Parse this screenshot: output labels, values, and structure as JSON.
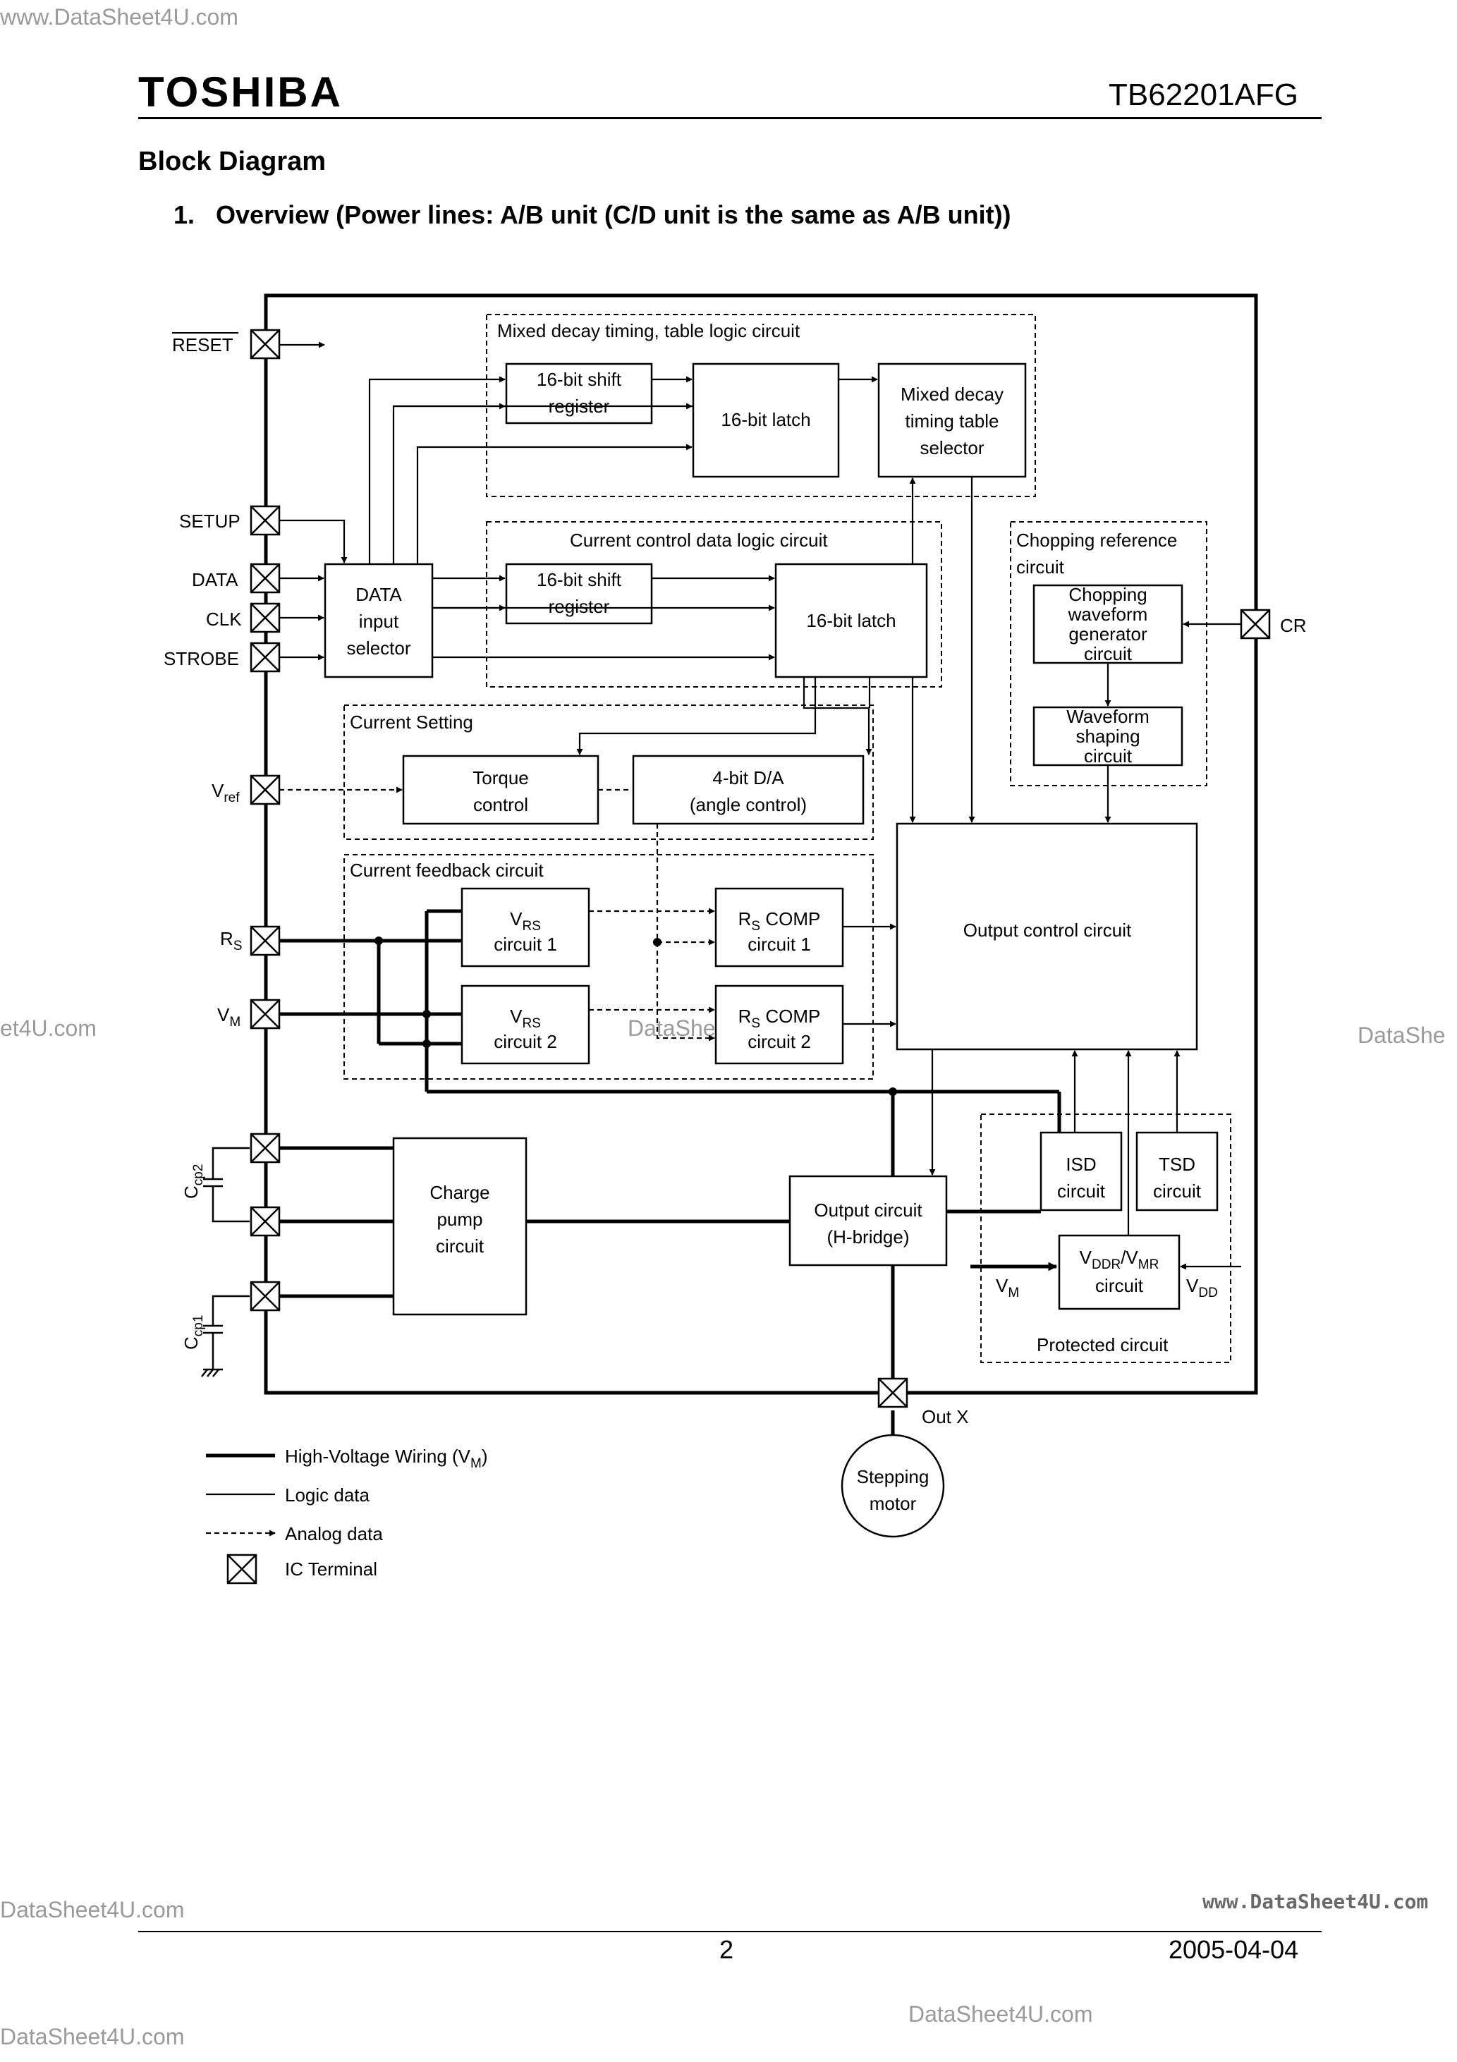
{
  "watermarks": {
    "top_left": "www.DataSheet4U.com",
    "mid_left": "et4U.com",
    "mid_center": "DataShe",
    "mid_right": "DataShe",
    "bottom_left": "DataSheet4U.com",
    "bottom_right": "www.DataSheet4U.com",
    "bottom_center": "DataSheet4U.com",
    "bottom_left2": "DataSheet4U.com"
  },
  "header": {
    "brand": "TOSHIBA",
    "part_number": "TB62201AFG"
  },
  "section_title": "Block Diagram",
  "subsection_title": "1.   Overview (Power lines: A/B unit (C/D unit is the same as A/B unit))",
  "diagram": {
    "terminals": {
      "reset": "RESET",
      "setup": "SETUP",
      "data": "DATA",
      "clk": "CLK",
      "strobe": "STROBE",
      "vref": "V",
      "vref_sub": "ref",
      "rs": "R",
      "rs_sub": "S",
      "vm": "V",
      "vm_sub": "M",
      "cr": "CR",
      "ccp2": "C",
      "ccp2_sub": "cp2",
      "ccp1": "C",
      "ccp1_sub": "cp1",
      "outx": "Out X"
    },
    "groups": {
      "mixed_decay": "Mixed decay timing, table logic circuit",
      "current_control": "Current control data logic circuit",
      "chopping_ref_1": "Chopping reference",
      "chopping_ref_2": "circuit",
      "current_setting": "Current Setting",
      "current_feedback": "Current feedback circuit",
      "protected": "Protected circuit"
    },
    "blocks": {
      "shift_reg_1": [
        "16-bit shift",
        "register"
      ],
      "latch_1": [
        "16-bit latch"
      ],
      "mixed_decay_sel": [
        "Mixed decay",
        "timing table",
        "selector"
      ],
      "shift_reg_2": [
        "16-bit shift",
        "register"
      ],
      "latch_2": [
        "16-bit latch"
      ],
      "data_input_sel": [
        "DATA",
        "input",
        "selector"
      ],
      "chop_wave_gen": [
        "Chopping",
        "waveform",
        "generator",
        "circuit"
      ],
      "wave_shaping": [
        "Waveform",
        "shaping",
        "circuit"
      ],
      "torque_control": [
        "Torque",
        "control"
      ],
      "da_4bit": [
        "4-bit D/A",
        "(angle control)"
      ],
      "vrs1_main": "V",
      "vrs1_sub": "RS",
      "vrs1_line2": "circuit 1",
      "vrs2_main": "V",
      "vrs2_sub": "RS",
      "vrs2_line2": "circuit 2",
      "rscomp1_main": "R",
      "rscomp1_sub": "S",
      "rscomp1_rest": " COMP",
      "rscomp1_line2": "circuit 1",
      "rscomp2_main": "R",
      "rscomp2_sub": "S",
      "rscomp2_rest": " COMP",
      "rscomp2_line2": "circuit 2",
      "output_control": [
        "Output control circuit"
      ],
      "charge_pump": [
        "Charge",
        "pump",
        "circuit"
      ],
      "output_circuit": [
        "Output circuit",
        "(H-bridge)"
      ],
      "isd": [
        "ISD",
        "circuit"
      ],
      "tsd": [
        "TSD",
        "circuit"
      ],
      "vddr_a": "V",
      "vddr_b": "DDR",
      "vddr_c": "/V",
      "vddr_d": "MR",
      "vddr_line2": "circuit",
      "prot_vm": "V",
      "prot_vm_sub": "M",
      "prot_vdd": "V",
      "prot_vdd_sub": "DD",
      "stepping_motor": [
        "Stepping",
        "motor"
      ]
    },
    "legend": {
      "high_voltage": "High-Voltage Wiring (V",
      "high_voltage_sub": "M",
      "high_voltage_end": ")",
      "logic": "Logic data",
      "analog": "Analog data",
      "terminal": "IC Terminal"
    }
  },
  "footer": {
    "page_number": "2",
    "date": "2005-04-04"
  }
}
